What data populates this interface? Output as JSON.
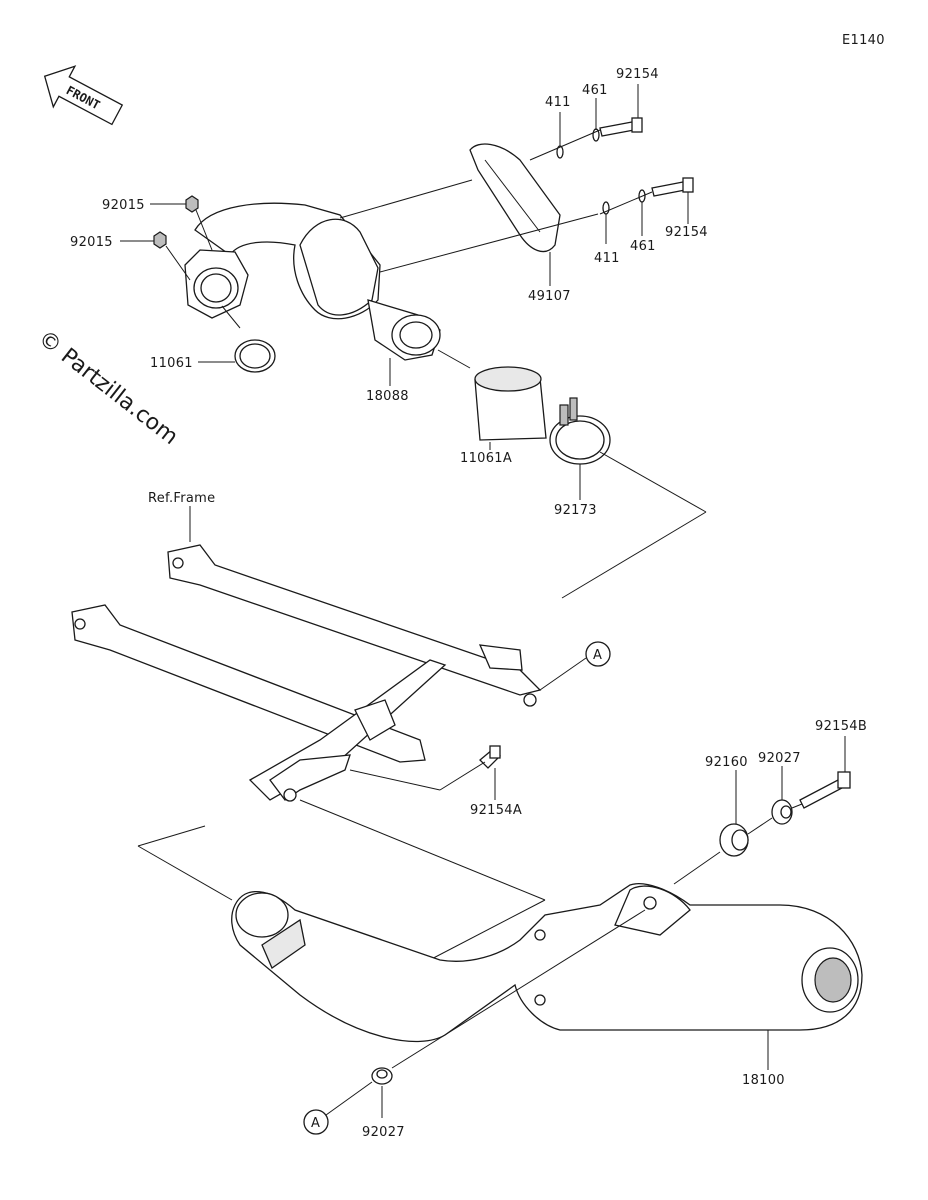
{
  "diagram_code": "E1140",
  "front_label": "FRONT",
  "ref_frame_label": "Ref.Frame",
  "watermark": "© Partzilla.com",
  "callout_a": "A",
  "parts": {
    "p92154_top": "92154",
    "p461_top": "461",
    "p411_top": "411",
    "p92154_mid": "92154",
    "p461_mid": "461",
    "p411_mid": "411",
    "p49107": "49107",
    "p92015_a": "92015",
    "p92015_b": "92015",
    "p11061": "11061",
    "p18088": "18088",
    "p11061a": "11061A",
    "p92173": "92173",
    "p92154a": "92154A",
    "p92154b": "92154B",
    "p92027_top": "92027",
    "p92160": "92160",
    "p18100": "18100",
    "p92027_bottom": "92027"
  }
}
